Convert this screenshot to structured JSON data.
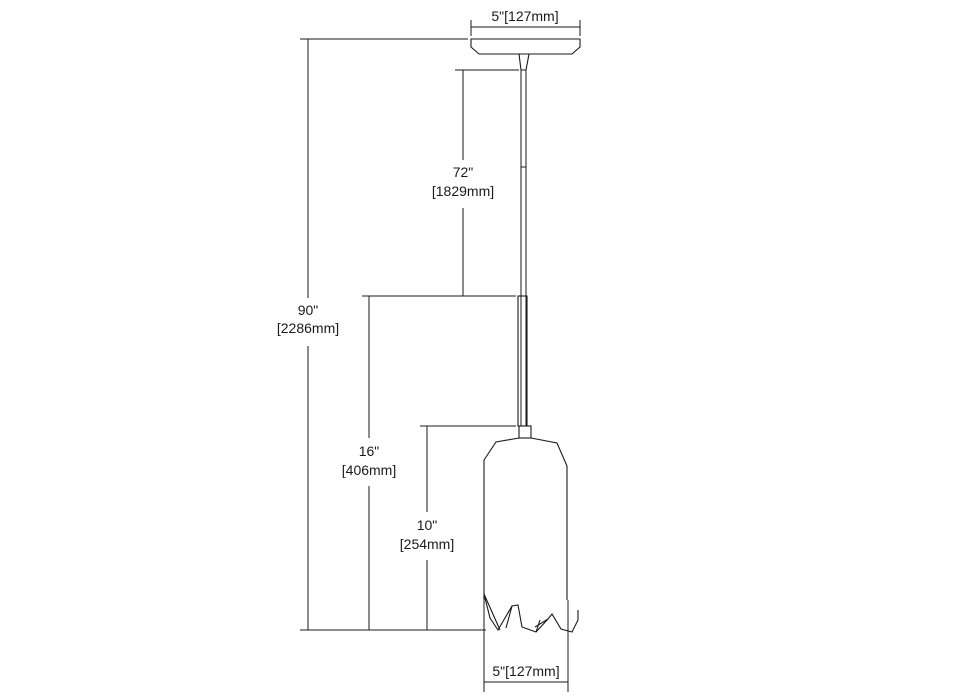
{
  "drawing": {
    "subject": "pendant-light",
    "stroke_color": "#1a1a1a",
    "background_color": "#ffffff"
  },
  "dimensions": {
    "canopy_width": {
      "imperial": "5\"",
      "metric": "[127mm]",
      "label": "5\"[127mm]"
    },
    "overall_height": {
      "imperial": "90\"",
      "metric": "[2286mm]"
    },
    "cord_length": {
      "imperial": "72\"",
      "metric": "[1829mm]"
    },
    "fixture_height": {
      "imperial": "16\"",
      "metric": "[406mm]"
    },
    "shade_height": {
      "imperial": "10\"",
      "metric": "[254mm]"
    },
    "shade_width": {
      "imperial": "5\"",
      "metric": "[127mm]",
      "label": "5\"[127mm]"
    }
  }
}
